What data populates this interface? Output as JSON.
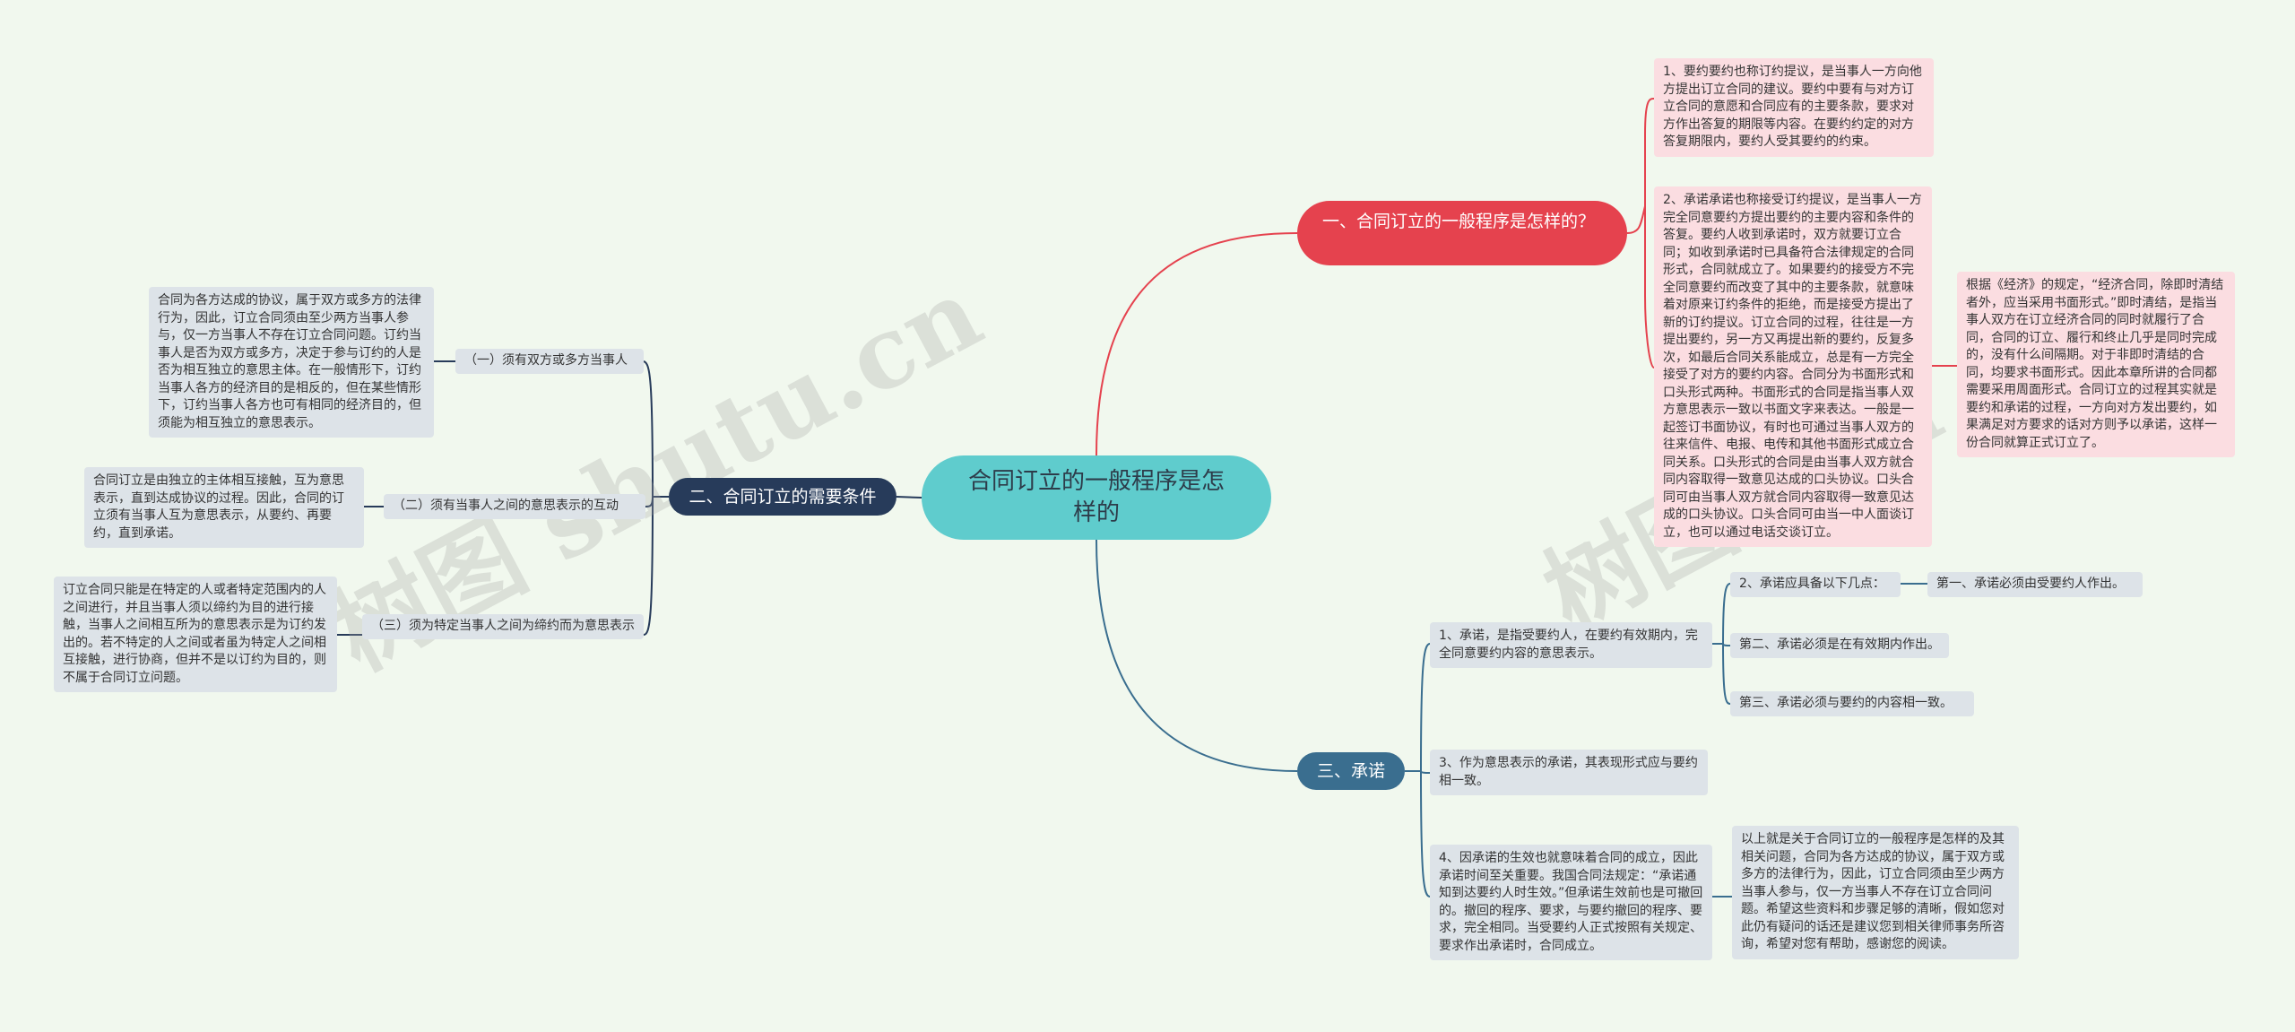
{
  "center": {
    "label": "合同订立的一般程序是怎样的"
  },
  "branch1": {
    "label": "一、合同订立的一般程序是怎样的？",
    "item1": "1、要约要约也称订约提议，是当事人一方向他方提出订立合同的建议。要约中要有与对方订立合同的意愿和合同应有的主要条款，要求对方作出答复的期限等内容。在要约约定的对方答复期限内，要约人受其要约的约束。",
    "item2": "2、承诺承诺也称接受订约提议，是当事人一方完全同意要约方提出要约的主要内容和条件的答复。要约人收到承诺时，双方就要订立合同；如收到承诺时已具备符合法律规定的合同形式，合同就成立了。如果要约的接受方不完全同意要约而改变了其中的主要条款，就意味着对原来订约条件的拒绝，而是接受方提出了新的订约提议。订立合同的过程，往往是一方提出要约，另一方又再提出新的要约，反复多次，如最后合同关系能成立，总是有一方完全接受了对方的要约内容。合同分为书面形式和口头形式两种。书面形式的合同是指当事人双方意思表示一致以书面文字来表达。一般是一起签订书面协议，有时也可通过当事人双方的往来信件、电报、电传和其他书面形式成立合同关系。口头形式的合同是由当事人双方就合同内容取得一致意见达成的口头协议。口头合同可由当事人双方就合同内容取得一致意见达成的口头协议。口头合同可由当一中人面谈订立，也可以通过电话交谈订立。",
    "item2_detail": "根据《经济》的规定，“经济合同，除即时清结者外，应当采用书面形式。”即时清结，是指当事人双方在订立经济合同的同时就履行了合同，合同的订立、履行和终止几乎是同时完成的，没有什么间隔期。对于非即时清结的合同，均要求书面形式。因此本章所讲的合同都需要采用周面形式。合同订立的过程其实就是要约和承诺的过程，一方向对方发出要约，如果满足对方要求的话对方则予以承诺，这样一份合同就算正式订立了。"
  },
  "branch2": {
    "label": "二、合同订立的需要条件",
    "cond1": "（一）须有双方或多方当事人",
    "cond1_detail": "合同为各方达成的协议，属于双方或多方的法律行为，因此，订立合同须由至少两方当事人参与，仅一方当事人不存在订立合同问题。订约当事人是否为双方或多方，决定于参与订约的人是否为相互独立的意思主体。在一般情形下，订约当事人各方的经济目的是相反的，但在某些情形下，订约当事人各方也可有相同的经济目的，但须能为相互独立的意思表示。",
    "cond2": "（二）须有当事人之间的意思表示的互动",
    "cond2_detail": "合同订立是由独立的主体相互接触，互为意思表示，直到达成协议的过程。因此，合同的订立须有当事人互为意思表示，从要约、再要约，直到承诺。",
    "cond3": "（三）须为特定当事人之间为缔约而为意思表示",
    "cond3_detail": "订立合同只能是在特定的人或者特定范围内的人之间进行，并且当事人须以缔约为目的进行接触，当事人之间相互所为的意思表示是为订约发出的。若不特定的人之间或者虽为特定人之间相互接触，进行协商，但并不是以订约为目的，则不属于合同订立问题。"
  },
  "branch3": {
    "label": "三、承诺",
    "item1": "1、承诺，是指受要约人，在要约有效期内，完全同意要约内容的意思表示。",
    "req_title": "2、承诺应具备以下几点：",
    "req1": "第一、承诺必须由受要约人作出。",
    "req2": "第二、承诺必须是在有效期内作出。",
    "req3": "第三、承诺必须与要约的内容相一致。",
    "item3": "3、作为意思表示的承诺，其表现形式应与要约相一致。",
    "item4": "4、因承诺的生效也就意味着合同的成立，因此承诺时间至关重要。我国合同法规定：“承诺通知到达要约人时生效。”但承诺生效前也是可撤回的。撤回的程序、要求，与要约撤回的程序、要求，完全相同。当受要约人正式按照有关规定、要求作出承诺时，合同成立。",
    "summary": "以上就是关于合同订立的一般程序是怎样的及其相关问题，合同为各方达成的协议，属于双方或多方的法律行为，因此，订立合同须由至少两方当事人参与，仅一方当事人不存在订立合同问题。希望这些资料和步骤足够的清晰，假如您对此仍有疑问的话还是建议您到相关律师事务所咨询，希望对您有帮助，感谢您的阅读。"
  },
  "watermarks": [
    "树图 shutu.cn",
    "树图 shu"
  ],
  "colors": {
    "background": "#f1f8ee",
    "center": "#5fcccd",
    "branch1": "#e5424e",
    "branch2": "#273b5a",
    "branch3": "#3a6e8f",
    "pink_leaf": "#fbdde1",
    "grey_leaf": "#dde3e8"
  }
}
